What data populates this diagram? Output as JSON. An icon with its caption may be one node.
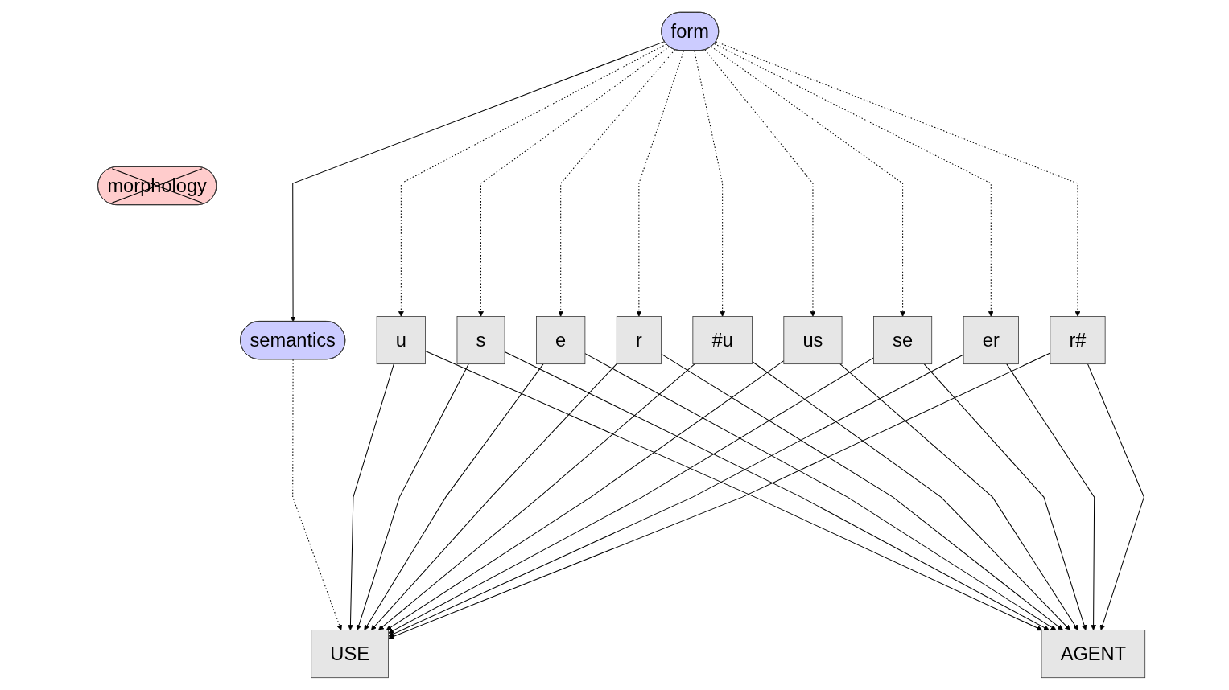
{
  "diagram": {
    "nodes": [
      {
        "text": [
          "form"
        ]
      },
      {
        "text": [
          "morphology"
        ]
      },
      {
        "text": [
          "semantics"
        ]
      },
      {
        "text": [
          "u"
        ]
      },
      {
        "text": [
          "s"
        ]
      },
      {
        "text": [
          "e"
        ]
      },
      {
        "text": [
          "r"
        ]
      },
      {
        "text": [
          "#u"
        ]
      },
      {
        "text": [
          "us"
        ]
      },
      {
        "text": [
          "se"
        ]
      },
      {
        "text": [
          "er"
        ]
      },
      {
        "text": [
          "r#"
        ]
      },
      {
        "text": [
          "USE"
        ]
      },
      {
        "text": [
          "AGENT"
        ]
      }
    ],
    "edges": [
      {
        "from": 0,
        "to": 3,
        "arrow": "to",
        "style": "dashed"
      },
      {
        "from": 0,
        "to": 4,
        "arrow": "to",
        "style": "dashed"
      },
      {
        "from": 0,
        "to": 5,
        "arrow": "to",
        "style": "dashed"
      },
      {
        "from": 0,
        "to": 6,
        "arrow": "to",
        "style": "dashed"
      },
      {
        "from": 0,
        "to": 7,
        "arrow": "to",
        "style": "dashed"
      },
      {
        "from": 0,
        "to": 8,
        "arrow": "to",
        "style": "dashed"
      },
      {
        "from": 0,
        "to": 9,
        "arrow": "to",
        "style": "dashed"
      },
      {
        "from": 0,
        "to": 10,
        "arrow": "to",
        "style": "dashed"
      },
      {
        "from": 0,
        "to": 11,
        "arrow": "to",
        "style": "dashed"
      },
      {
        "from": 0,
        "to": 2,
        "arrow": "to"
      },
      {
        "from": 2,
        "to": 12,
        "arrow": "to",
        "style": "dashed"
      },
      {
        "from": 3,
        "to": 12,
        "arrow": "to"
      },
      {
        "from": 3,
        "to": 13,
        "arrow": "to"
      },
      {
        "from": 4,
        "to": 12,
        "arrow": "to"
      },
      {
        "from": 4,
        "to": 13,
        "arrow": "to"
      },
      {
        "from": 5,
        "to": 12,
        "arrow": "to"
      },
      {
        "from": 5,
        "to": 13,
        "arrow": "to"
      },
      {
        "from": 6,
        "to": 12,
        "arrow": "to"
      },
      {
        "from": 6,
        "to": 13,
        "arrow": "to"
      },
      {
        "from": 7,
        "to": 12,
        "arrow": "to"
      },
      {
        "from": 7,
        "to": 13,
        "arrow": "to"
      },
      {
        "from": 8,
        "to": 12,
        "arrow": "to"
      },
      {
        "from": 8,
        "to": 13,
        "arrow": "to"
      },
      {
        "from": 9,
        "to": 12,
        "arrow": "to"
      },
      {
        "from": 9,
        "to": 13,
        "arrow": "to"
      },
      {
        "from": 10,
        "to": 12,
        "arrow": "to"
      },
      {
        "from": 10,
        "to": 13,
        "arrow": "to"
      },
      {
        "from": 11,
        "to": 12,
        "arrow": "to"
      },
      {
        "from": 11,
        "to": 13,
        "arrow": "to"
      }
    ]
  }
}
